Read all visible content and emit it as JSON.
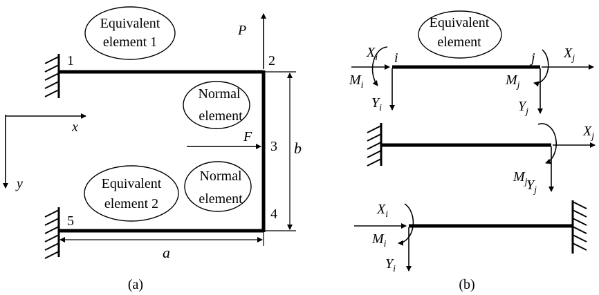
{
  "panel_a": {
    "caption": "(a)",
    "bubbles": {
      "eq1": [
        "Equivalent",
        "element 1"
      ],
      "eq2": [
        "Equivalent",
        "element 2"
      ],
      "normal1": [
        "Normal",
        "element"
      ],
      "normal2": [
        "Normal",
        "element"
      ]
    },
    "nodes": {
      "n1": "1",
      "n2": "2",
      "n3": "3",
      "n4": "4",
      "n5": "5"
    },
    "loads": {
      "P": "P",
      "F": "F"
    },
    "dims": {
      "a": "a",
      "b": "b"
    },
    "axes": {
      "x": "x",
      "y": "y"
    }
  },
  "panel_b": {
    "caption": "(b)",
    "bubble": [
      "Equivalent",
      "element"
    ],
    "nodes": {
      "i": "i",
      "j": "j"
    },
    "forces": {
      "Xi": {
        "main": "X",
        "sub": "i"
      },
      "Mi": {
        "main": "M",
        "sub": "i"
      },
      "Yi": {
        "main": "Y",
        "sub": "i"
      },
      "Xj": {
        "main": "X",
        "sub": "j"
      },
      "Mj": {
        "main": "M",
        "sub": "j"
      },
      "Yj": {
        "main": "Y",
        "sub": "j"
      }
    }
  }
}
